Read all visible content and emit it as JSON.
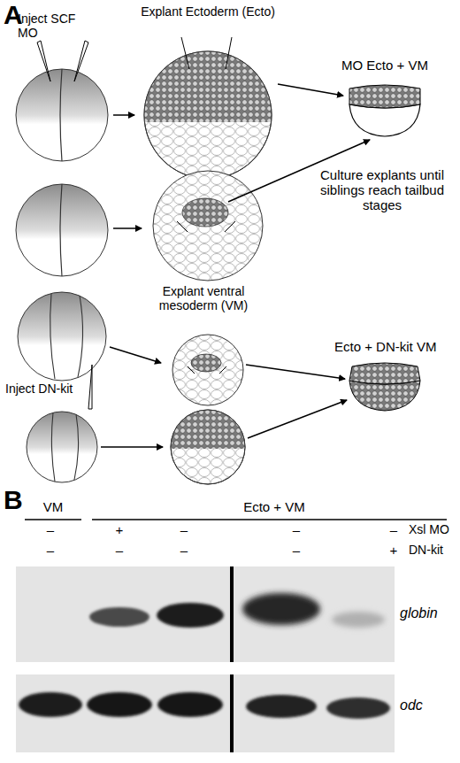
{
  "diagram": {
    "labels": [
      "A",
      "Inject SCF MO",
      "Explant Ectoderm (Ecto)",
      "MO Ecto + VM",
      "Explant ventral mesoderm (VM)",
      "Culture explants until siblings reach tailbud stages",
      "Inject DN-kit",
      "Ecto + DN-kit VM",
      "B",
      "VM",
      "Ecto + VM",
      "–",
      "+",
      "–",
      "–",
      "–",
      "Xsl MO",
      "–",
      "–",
      "–",
      "–",
      "+",
      "DN-kit",
      "globin",
      "odc"
    ]
  }
}
